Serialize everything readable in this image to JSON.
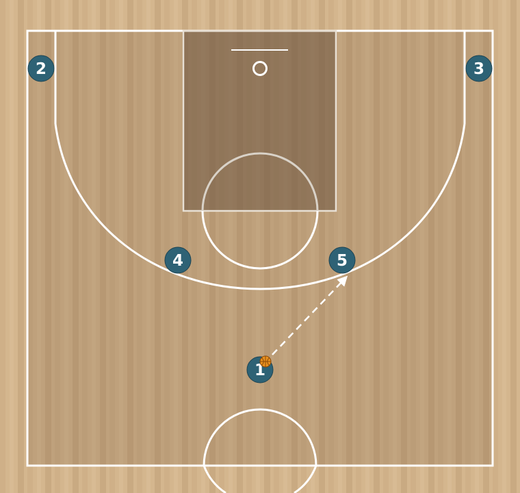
{
  "colors": {
    "floor_light": "#d4b68e",
    "floor_dark": "#c4a57c",
    "court_overlay": "#8a6d4e",
    "paint": "#7e6850",
    "line": "#ffffff",
    "player": "#2e6275",
    "player_stroke": "#1e4453",
    "ball": "#e8901e",
    "pass_line": "#ffffff"
  },
  "players": [
    {
      "id": "2",
      "label": "2"
    },
    {
      "id": "3",
      "label": "3"
    },
    {
      "id": "4",
      "label": "4"
    },
    {
      "id": "5",
      "label": "5"
    },
    {
      "id": "1",
      "label": "1",
      "has_ball": true
    }
  ],
  "actions": [
    {
      "type": "pass",
      "from": "1",
      "to": "5",
      "style": "dashed-arrow"
    }
  ],
  "icons": {
    "ball": "basketball-icon"
  }
}
